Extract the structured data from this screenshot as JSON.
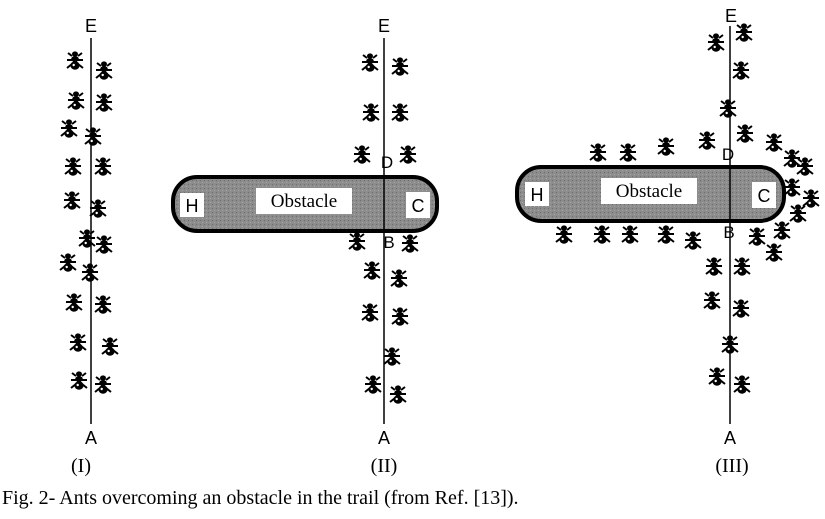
{
  "panels": [
    {
      "id": "panel-1",
      "roman_label": "(I)",
      "top_label": "E",
      "bottom_label": "A"
    },
    {
      "id": "panel-2",
      "roman_label": "(II)",
      "top_label": "E",
      "bottom_label": "A",
      "obstacle_label": "Obstacle",
      "left_end_label": "H",
      "right_end_label": "C",
      "upper_point_label": "D",
      "lower_point_label": "B"
    },
    {
      "id": "panel-3",
      "roman_label": "(III)",
      "top_label": "E",
      "bottom_label": "A",
      "obstacle_label": "Obstacle",
      "left_end_label": "H",
      "right_end_label": "C",
      "upper_point_label": "D",
      "lower_point_label": "B"
    }
  ],
  "caption": "Fig. 2- Ants overcoming an obstacle in the trail (from Ref. [13]).",
  "icons": {
    "ant": "ant-icon"
  },
  "colors": {
    "obstacle_fill": "#8c8c8c",
    "ink": "#000000",
    "background": "#ffffff"
  }
}
